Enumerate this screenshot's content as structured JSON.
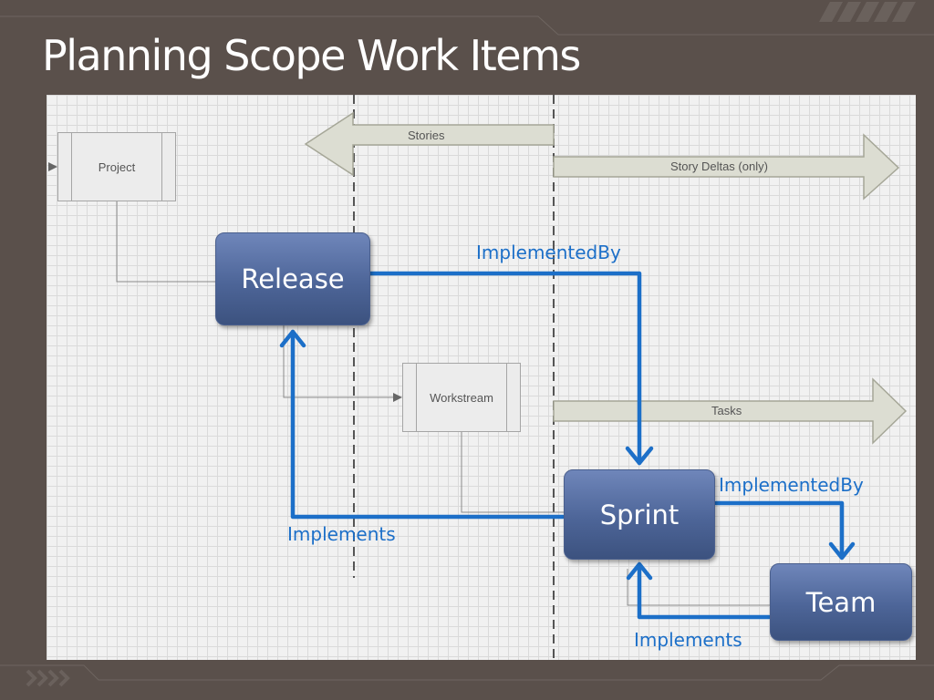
{
  "title": "Planning Scope Work Items",
  "colors": {
    "background": "#5a504b",
    "panel": "#f1f1f1",
    "relationship": "#1c6fc8",
    "node_fill": "#4d6598"
  },
  "nodes": {
    "project": "Project",
    "workstream": "Workstream",
    "release": "Release",
    "sprint": "Sprint",
    "team": "Team"
  },
  "scope_arrows": {
    "stories": "Stories",
    "story_deltas": "Story Deltas (only)",
    "tasks": "Tasks"
  },
  "relationships": {
    "release_to_sprint": "ImplementedBy",
    "sprint_to_release": "Implements",
    "sprint_to_team": "ImplementedBy",
    "team_to_sprint": "Implements"
  }
}
